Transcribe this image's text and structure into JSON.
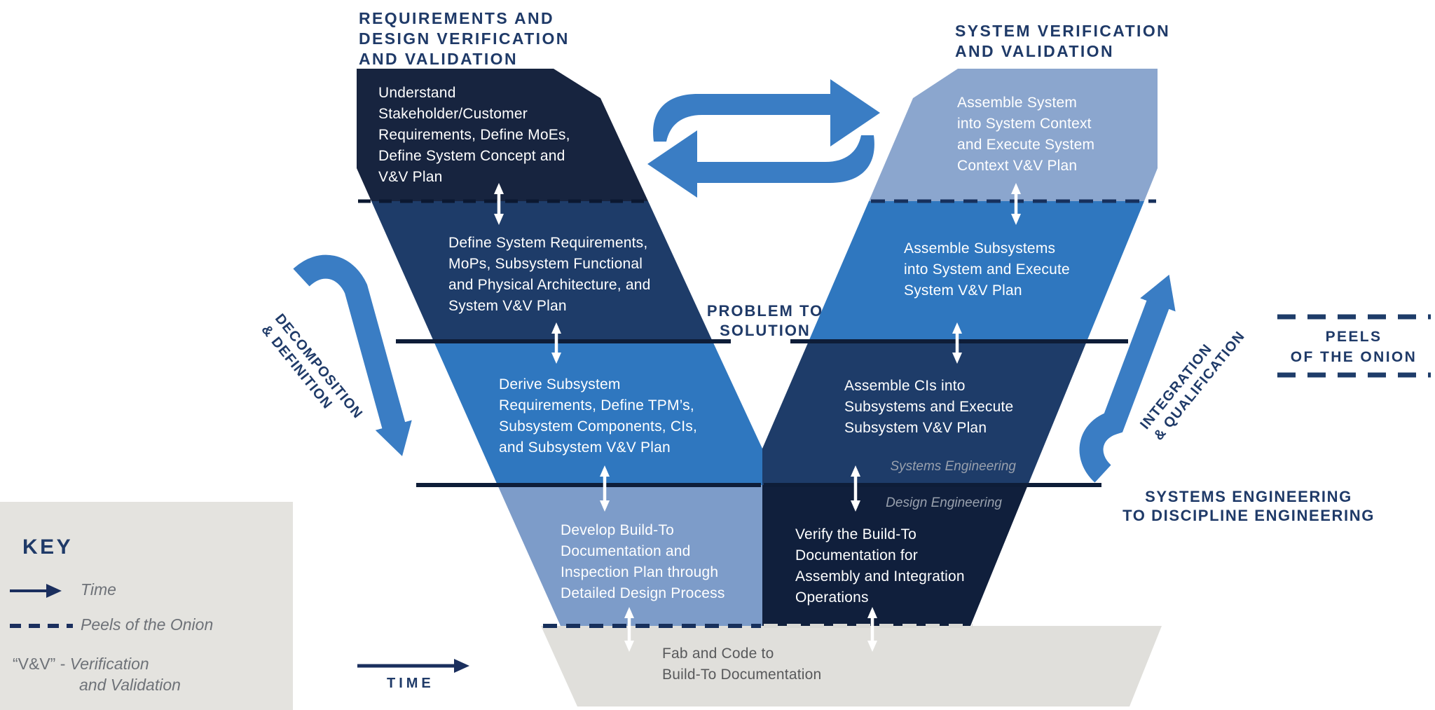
{
  "colors": {
    "navy-darkest": "#101f3c",
    "navy-dark": "#17243f",
    "navy-mid": "#1e3c69",
    "blue-mid": "#2f77bf",
    "steel-left": "#7d9cc9",
    "steel-right": "#8ba6ce",
    "gray-band": "#e0dfdb",
    "key-bg": "#e4e3df",
    "navy-text": "#1f3a68",
    "navy-line": "#0e1d38",
    "dash-dark": "#0b1830",
    "dash-navy": "#17305c",
    "dash-light": "#d9d9d5",
    "arrow-blue": "#3a7dc4",
    "text-gray": "#6e7278",
    "italic-gray": "#98a0ad",
    "fab-gray": "#58595b"
  },
  "titles": {
    "left_lines": [
      "REQUIREMENTS AND",
      "DESIGN VERIFICATION",
      "AND VALIDATION"
    ],
    "right_lines": [
      "SYSTEM VERIFICATION",
      "AND VALIDATION"
    ]
  },
  "left_arm": {
    "stages": [
      {
        "lines": [
          "Understand",
          "Stakeholder/Customer",
          "Requirements, Define MoEs,",
          "Define System Concept and",
          "V&V Plan"
        ]
      },
      {
        "lines": [
          "Define System Requirements,",
          "MoPs, Subsystem Functional",
          "and Physical Architecture, and",
          "System V&V Plan"
        ]
      },
      {
        "lines": [
          "Derive Subsystem",
          "Requirements, Define TPM’s,",
          "Subsystem Components, CIs,",
          "and Subsystem V&V Plan"
        ]
      },
      {
        "lines": [
          "Develop Build-To",
          "Documentation and",
          "Inspection Plan through",
          "Detailed Design Process"
        ]
      }
    ]
  },
  "right_arm": {
    "stages": [
      {
        "lines": [
          "Assemble System",
          "into System Context",
          "and Execute System",
          "Context V&V Plan"
        ]
      },
      {
        "lines": [
          "Assemble Subsystems",
          "into System and Execute",
          "System V&V Plan"
        ]
      },
      {
        "lines": [
          "Assemble CIs into",
          "Subsystems and Execute",
          "Subsystem V&V Plan"
        ]
      },
      {
        "lines": [
          "Verify the Build-To",
          "Documentation for",
          "Assembly and Integration",
          "Operations"
        ]
      }
    ]
  },
  "base": {
    "lines": [
      "Fab and Code to",
      "Build-To Documentation"
    ]
  },
  "center": {
    "problem_lines": [
      "PROBLEM TO",
      "SOLUTION"
    ]
  },
  "side_labels": {
    "decomposition_lines": [
      "DECOMPOSITION",
      "& DEFINITION"
    ],
    "integration_lines": [
      "INTEGRATION",
      "& QUALIFICATION"
    ],
    "peels_lines": [
      "PEELS",
      "OF THE ONION"
    ],
    "sys_disc_lines": [
      "SYSTEMS ENGINEERING",
      "TO DISCIPLINE ENGINEERING"
    ],
    "systems_engineering": "Systems Engineering",
    "design_engineering": "Design Engineering"
  },
  "time_label": "TIME",
  "key": {
    "heading": "KEY",
    "time_label": "Time",
    "peels_label": "Peels of the Onion",
    "vv_prefix": "“V&V” -",
    "vv_lines": [
      "Verification",
      "and Validation"
    ]
  }
}
